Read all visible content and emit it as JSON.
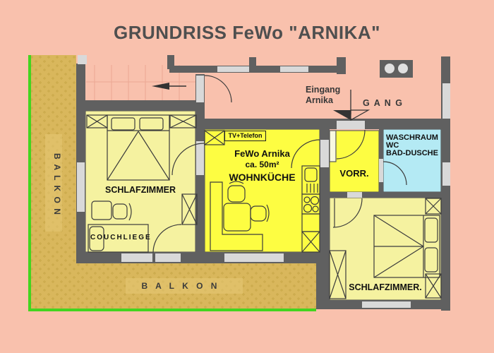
{
  "title": "GRUNDRISS FeWo \"ARNIKA\"",
  "corridor": {
    "entrance_line1": "Eingang",
    "entrance_line2": "Arnika",
    "hall_label": "G A N G"
  },
  "rooms": {
    "bedroom_left": {
      "label": "SCHLAFZIMMER",
      "couch_label": "COUCHLIEGE"
    },
    "living_kitchen": {
      "tv_label": "TV+Telefon",
      "name_line1": "FeWo Arnika",
      "name_line2": "ca. 50m²",
      "label": "WOHNKÜCHE"
    },
    "vestibule": {
      "label": "VORR."
    },
    "washroom": {
      "line1": "WASCHRAUM",
      "line2": "WC",
      "line3": "BAD-DUSCHE"
    },
    "bedroom_right": {
      "label": "SCHLAFZIMMER."
    }
  },
  "balcony": {
    "left_label": "B A L K O N",
    "bottom_label": "B A L K O N"
  },
  "colors": {
    "background": "#f9c1ad",
    "wall": "#606060",
    "window_opening": "#d9d9d9",
    "balcony": "#d9b75c",
    "balcony_edge_green": "#43d41f",
    "bedroom_pale_yellow": "#f5f2a0",
    "kitchen_bright_yellow": "#fdfd42",
    "washroom_blue": "#b4eaf4",
    "title_text": "#4f4f4f"
  }
}
